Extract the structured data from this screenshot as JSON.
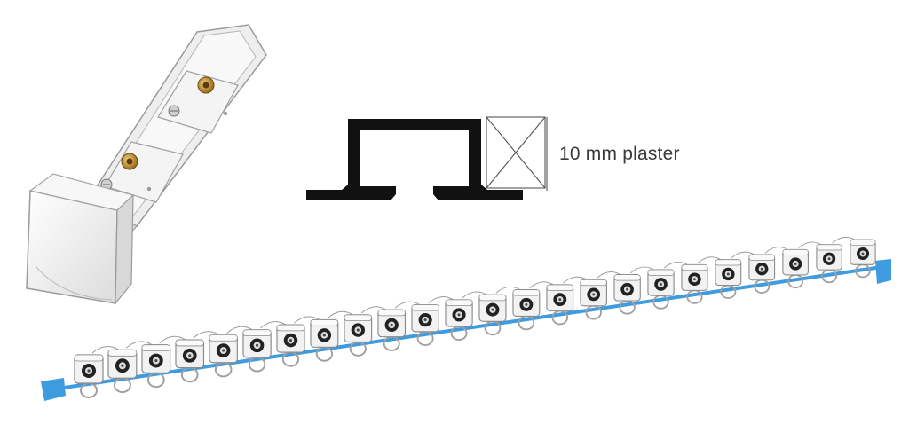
{
  "profile_diagram": {
    "plaster_label": "10 mm plaster"
  },
  "product": {
    "bracket_icon": "ceiling-bracket",
    "glider_chain_icon": "curtain-glider-chain",
    "glider_count": 24,
    "colors": {
      "profile": "#111111",
      "accent_blue": "#3d9be0",
      "brass": "#b8862e",
      "white_plastic": "#f2f2f2",
      "outline": "#8a8a8a"
    }
  }
}
